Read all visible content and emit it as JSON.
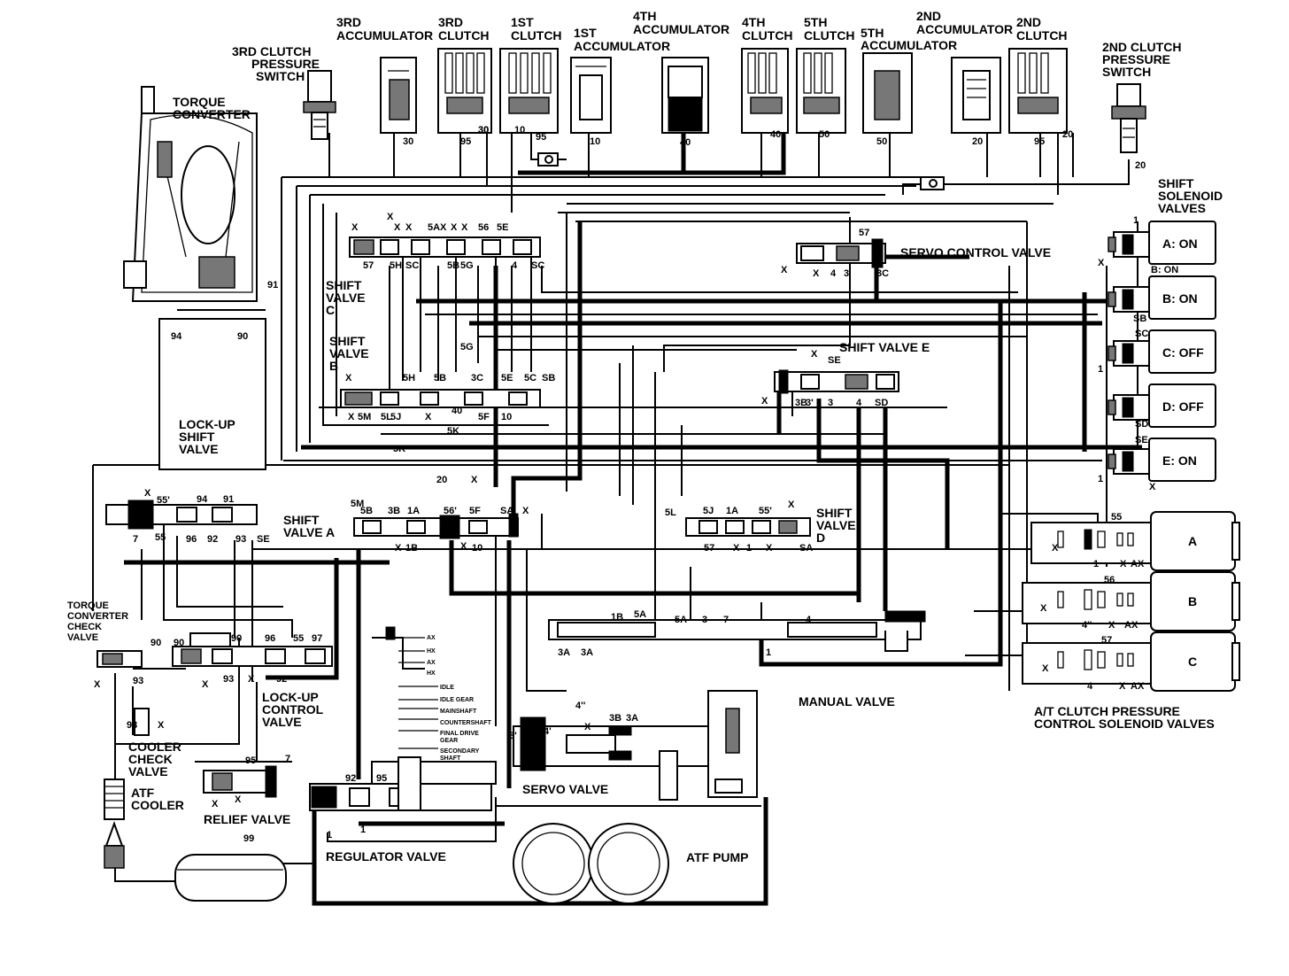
{
  "labels": {
    "third_clutch_pressure_switch": [
      "3RD CLUTCH",
      "PRESSURE",
      "SWITCH"
    ],
    "third_accumulator": [
      "3RD",
      "ACCUMULATOR"
    ],
    "third_clutch": [
      "3RD",
      "CLUTCH"
    ],
    "first_clutch": [
      "1ST",
      "CLUTCH"
    ],
    "first_accumulator": [
      "1ST",
      "ACCUMULATOR"
    ],
    "fourth_accumulator": [
      "4TH",
      "ACCUMULATOR"
    ],
    "fourth_clutch": [
      "4TH",
      "CLUTCH"
    ],
    "fifth_clutch": [
      "5TH",
      "CLUTCH"
    ],
    "fifth_accumulator": [
      "5TH",
      "ACCUMULATOR"
    ],
    "second_accumulator": [
      "2ND",
      "ACCUMULATOR"
    ],
    "second_clutch": [
      "2ND",
      "CLUTCH"
    ],
    "second_clutch_pressure_switch": [
      "2ND CLUTCH",
      "PRESSURE",
      "SWITCH"
    ],
    "torque_converter": [
      "TORQUE",
      "CONVERTER"
    ],
    "shift_solenoid_valves": [
      "SHIFT",
      "SOLENOID",
      "VALVES"
    ],
    "servo_control_valve": "SERVO CONTROL VALVE",
    "shift_valve_c": [
      "SHIFT",
      "VALVE",
      "C"
    ],
    "shift_valve_b": [
      "SHIFT",
      "VALVE",
      "B"
    ],
    "shift_valve_e": "SHIFT VALVE E",
    "lock_up_shift_valve": [
      "LOCK-UP",
      "SHIFT",
      "VALVE"
    ],
    "shift_valve_a": [
      "SHIFT",
      "VALVE A"
    ],
    "shift_valve_d": [
      "SHIFT",
      "VALVE",
      "D"
    ],
    "torque_converter_check_valve": [
      "TORQUE",
      "CONVERTER",
      "CHECK",
      "VALVE"
    ],
    "lock_up_control_valve": [
      "LOCK-UP",
      "CONTROL",
      "VALVE"
    ],
    "manual_valve": "MANUAL VALVE",
    "at_clutch_pressure_control_solenoid_valves": [
      "A/T CLUTCH PRESSURE",
      "CONTROL SOLENOID VALVES"
    ],
    "cooler_check_valve": [
      "COOLER",
      "CHECK",
      "VALVE"
    ],
    "atf_cooler": [
      "ATF",
      "COOLER"
    ],
    "relief_valve": "RELIEF VALVE",
    "regulator_valve": "REGULATOR VALVE",
    "servo_valve": "SERVO VALVE",
    "atf_pump": "ATF PUMP"
  },
  "solenoids": [
    {
      "text": "A: ON"
    },
    {
      "text": "B: ON"
    },
    {
      "text": "C: OFF"
    },
    {
      "text": "D: OFF"
    },
    {
      "text": "E: ON"
    }
  ],
  "pressure_solenoids": [
    {
      "text": "A"
    },
    {
      "text": "B"
    },
    {
      "text": "C"
    }
  ],
  "shaft_labels": [
    "AX",
    "HX",
    "AX",
    "HX",
    "IDLE",
    "IDLE GEAR",
    "MAINSHAFT",
    "COUNTERSHAFT",
    "FINAL DRIVE",
    "GEAR",
    "SECONDARY",
    "SHAFT"
  ],
  "port_labels": [
    "30",
    "30",
    "95",
    "30",
    "10",
    "95",
    "10",
    "40",
    "40",
    "50",
    "50",
    "20",
    "95",
    "20",
    "20",
    "X",
    "X",
    "X",
    "X",
    "X",
    "5A",
    "X",
    "X",
    "56",
    "5E",
    "57",
    "5H",
    "SC",
    "5B",
    "5G",
    "4",
    "SC",
    "5G",
    "5H",
    "5B",
    "3C",
    "5E",
    "5C",
    "SB",
    "X",
    "X",
    "5M",
    "5L",
    "5J",
    "X",
    "40",
    "5F",
    "10",
    "5K",
    "5K",
    "20",
    "X",
    "5M",
    "5B",
    "3B",
    "1A",
    "56'",
    "5F",
    "SA",
    "X",
    "X",
    "1B",
    "X",
    "10",
    "57",
    "X",
    "X",
    "4",
    "3",
    "3C",
    "X",
    "SE",
    "X",
    "3B",
    "3'",
    "3",
    "4",
    "SD",
    "5L",
    "5J",
    "1A",
    "55'",
    "X",
    "57",
    "X",
    "1",
    "X",
    "SA",
    "1",
    "X",
    "B: ON",
    "SB",
    "SC",
    "1",
    "SD",
    "SE",
    "1",
    "X",
    "94",
    "90",
    "91",
    "X",
    "55'",
    "94",
    "91",
    "7",
    "55",
    "96",
    "92",
    "93",
    "SE",
    "90",
    "90",
    "90",
    "96",
    "55",
    "97",
    "X",
    "93",
    "X",
    "93",
    "X",
    "92",
    "93",
    "X",
    "95",
    "7",
    "X",
    "X",
    "92",
    "95",
    "1",
    "1",
    "99",
    "1B",
    "5A",
    "5A",
    "3",
    "7",
    "4",
    "3A",
    "3A",
    "1",
    "4'",
    "4''",
    "X",
    "3B",
    "3A",
    "3'",
    "55",
    "X",
    "1",
    "X",
    "AX",
    "56",
    "X",
    "4''",
    "X",
    "AX",
    "57",
    "X",
    "4",
    "X",
    "AX"
  ]
}
